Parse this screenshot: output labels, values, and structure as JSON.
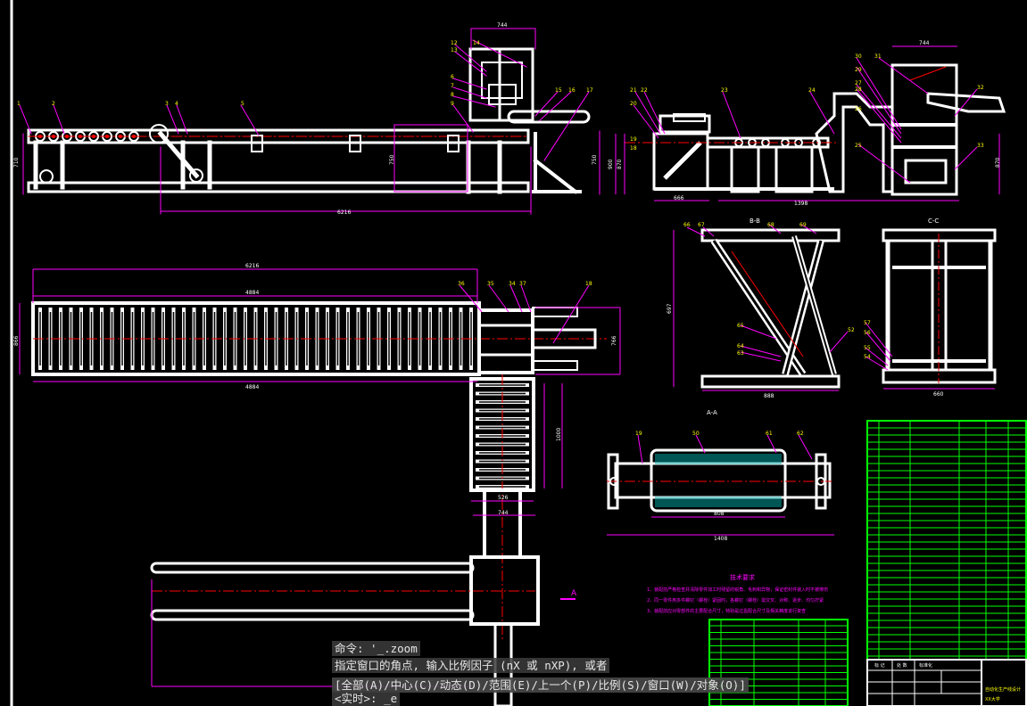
{
  "drawing": {
    "dimensions": {
      "overall_top": "6216",
      "frame_height_left": "710",
      "frame_height_mid": "750",
      "frame_height_right": "750",
      "top_small": "744",
      "top_right": "744",
      "height_900": "900",
      "height_870": "870",
      "width_666": "666",
      "width_1398": "1398",
      "plan_overall": "6216",
      "plan_inner_top": "4884",
      "plan_inner_bottom": "4884",
      "plan_height": "866",
      "plan_right": "766",
      "conveyor_height": "1000",
      "conveyor_width": "526",
      "conveyor_bottom": "744",
      "lift_height": "697",
      "lift_width": "888",
      "lift_side_width": "660",
      "roller_inner": "808",
      "roller_outer": "1408"
    },
    "section_labels": {
      "b_b": "B-B",
      "c_c": "C-C",
      "a_a": "A-A",
      "arrow_a": "A"
    },
    "tech_notes_title": "技术要求",
    "tech_notes": [
      "1、装配前严格检查并清除零件加工时残留的锐角、毛刺和异物，保证密封件装入时不被擦伤",
      "2、同一零件用多件螺钉（螺栓）紧固时，各螺钉（螺栓）需交叉、对称、逐步、均匀拧紧",
      "3、装配前应对零部件的主要配合尺寸，特别是过盈配合尺寸及相关精度进行复查"
    ],
    "title_block": {
      "label_1": "标 记",
      "label_2": "处 数",
      "label_3": "标准化",
      "project": "自动化生产线设计",
      "school": "XX大学"
    }
  },
  "command": {
    "history": "命令: '_.zoom",
    "prompt": "指定窗口的角点, 输入比例因子 (nX 或 nXP), 或者",
    "options": "[全部(A)/中心(C)/动态(D)/范围(E)/上一个(P)/比例(S)/窗口(W)/对象(O)]",
    "input": "<实时>: _e"
  }
}
